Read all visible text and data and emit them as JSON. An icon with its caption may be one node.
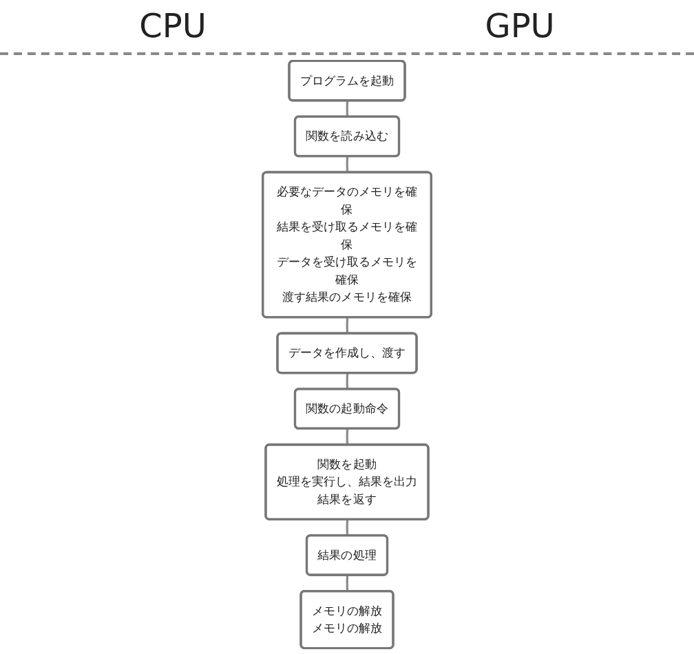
{
  "diagram": {
    "nodes": [
      {
        "text": [
          "プログラムを起動"
        ]
      },
      {
        "text": [
          "関数を読み込む"
        ]
      },
      {
        "text": [
          "必要なデータのメモリを確保",
          "結果を受け取るメモリを確保",
          "データを受け取るメモリを確保",
          "渡す結果のメモリを確保"
        ]
      },
      {
        "text": [
          "データを作成し、渡す"
        ]
      },
      {
        "text": [
          "関数の起動命令"
        ]
      },
      {
        "text": [
          "関数を起動",
          "処理を実行し、結果を出力",
          "結果を返す"
        ]
      },
      {
        "text": [
          "結果の処理"
        ]
      },
      {
        "text": [
          "メモリの解放",
          "メモリの解放"
        ]
      }
    ],
    "edges": [
      {
        "from": 0,
        "to": 1,
        "arrow": "none"
      },
      {
        "from": 1,
        "to": 2,
        "arrow": "none"
      },
      {
        "from": 2,
        "to": 3,
        "arrow": "none"
      },
      {
        "from": 3,
        "to": 4,
        "arrow": "none"
      },
      {
        "from": 4,
        "to": 5,
        "arrow": "none"
      },
      {
        "from": 5,
        "to": 6,
        "arrow": "none"
      },
      {
        "from": 6,
        "to": 7,
        "arrow": "none"
      }
    ],
    "labels": [
      "CPU",
      "GPU"
    ]
  }
}
